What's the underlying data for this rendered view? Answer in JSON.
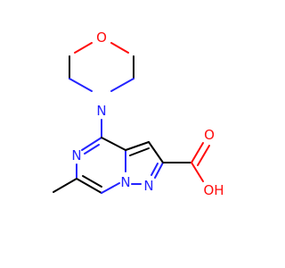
{
  "molecule": {
    "atoms": {
      "morpholine_o": {
        "label": "O",
        "color": "#ff0d0d"
      },
      "morpholine_n": {
        "label": "N",
        "color": "#2323ff"
      },
      "pyrazine_n": {
        "label": "N",
        "color": "#2323ff"
      },
      "bridge_n": {
        "label": "N",
        "color": "#2323ff"
      },
      "pyrazole_n": {
        "label": "N",
        "color": "#2323ff"
      },
      "carboxyl_oh": {
        "label": "OH",
        "color": "#ff0d0d"
      },
      "carbonyl_o": {
        "label": "O",
        "color": "#ff0d0d"
      }
    },
    "colors": {
      "carbon_bond": "#000000",
      "nitrogen": "#2323ff",
      "oxygen": "#ff0d0d",
      "background": "#ffffff"
    }
  }
}
